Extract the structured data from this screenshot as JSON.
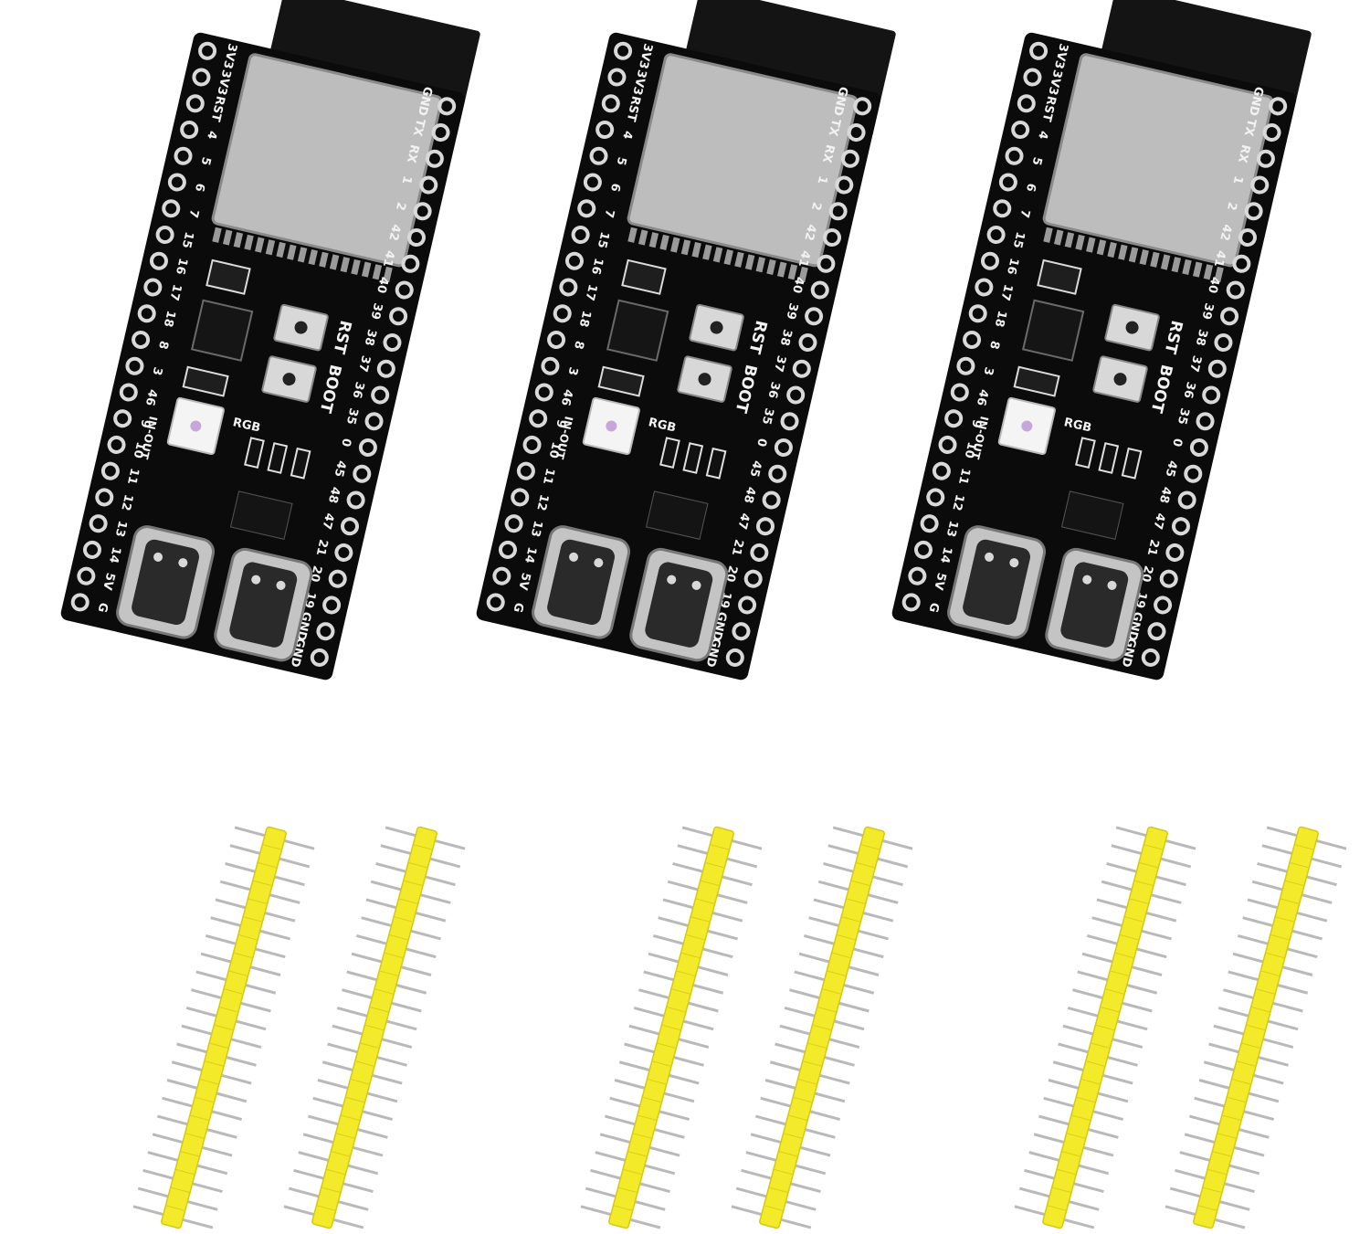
{
  "image": {
    "subject": "Three ESP32-S3 development boards with dual USB-C ports and six yellow pin header strips",
    "background_color": "#ffffff"
  },
  "colors": {
    "pcb": "#0b0b0b",
    "antenna": "#141414",
    "shield": "#bdbdbd",
    "pad_ring": "#d9d9d9",
    "header_plastic": "#f3ea2a",
    "header_pin": "#b9b9b9",
    "usb_metal": "#c4c4c4"
  },
  "boards": [
    {
      "left_pins": [
        "3V3",
        "3V3",
        "RST",
        "4",
        "5",
        "6",
        "7",
        "15",
        "16",
        "17",
        "18",
        "8",
        "3",
        "46",
        "9",
        "10",
        "11",
        "12",
        "13",
        "14",
        "5V",
        "G"
      ],
      "right_pins": [
        "GND",
        "TX",
        "RX",
        "1",
        "2",
        "42",
        "41",
        "40",
        "39",
        "38",
        "37",
        "36",
        "35",
        "0",
        "45",
        "48",
        "47",
        "21",
        "20",
        "19",
        "GND",
        "GND"
      ],
      "button_labels": [
        "RST",
        "BOOT"
      ],
      "led_label": "RGB",
      "io_label": "IN-OUT"
    },
    {
      "left_pins": [
        "3V3",
        "3V3",
        "RST",
        "4",
        "5",
        "6",
        "7",
        "15",
        "16",
        "17",
        "18",
        "8",
        "3",
        "46",
        "9",
        "10",
        "11",
        "12",
        "13",
        "14",
        "5V",
        "G"
      ],
      "right_pins": [
        "GND",
        "TX",
        "RX",
        "1",
        "2",
        "42",
        "41",
        "40",
        "39",
        "38",
        "37",
        "36",
        "35",
        "0",
        "45",
        "48",
        "47",
        "21",
        "20",
        "19",
        "GND",
        "GND"
      ],
      "button_labels": [
        "RST",
        "BOOT"
      ],
      "led_label": "RGB",
      "io_label": "IN-OUT"
    },
    {
      "left_pins": [
        "3V3",
        "3V3",
        "RST",
        "4",
        "5",
        "6",
        "7",
        "15",
        "16",
        "17",
        "18",
        "8",
        "3",
        "46",
        "9",
        "10",
        "11",
        "12",
        "13",
        "14",
        "5V",
        "G"
      ],
      "right_pins": [
        "GND",
        "TX",
        "RX",
        "1",
        "2",
        "42",
        "41",
        "40",
        "39",
        "38",
        "37",
        "36",
        "35",
        "0",
        "45",
        "48",
        "47",
        "21",
        "20",
        "19",
        "GND",
        "GND"
      ],
      "button_labels": [
        "RST",
        "BOOT"
      ],
      "led_label": "RGB",
      "io_label": "IN-OUT"
    }
  ],
  "headers": {
    "strip_count": 6,
    "pins_per_strip": 22
  }
}
